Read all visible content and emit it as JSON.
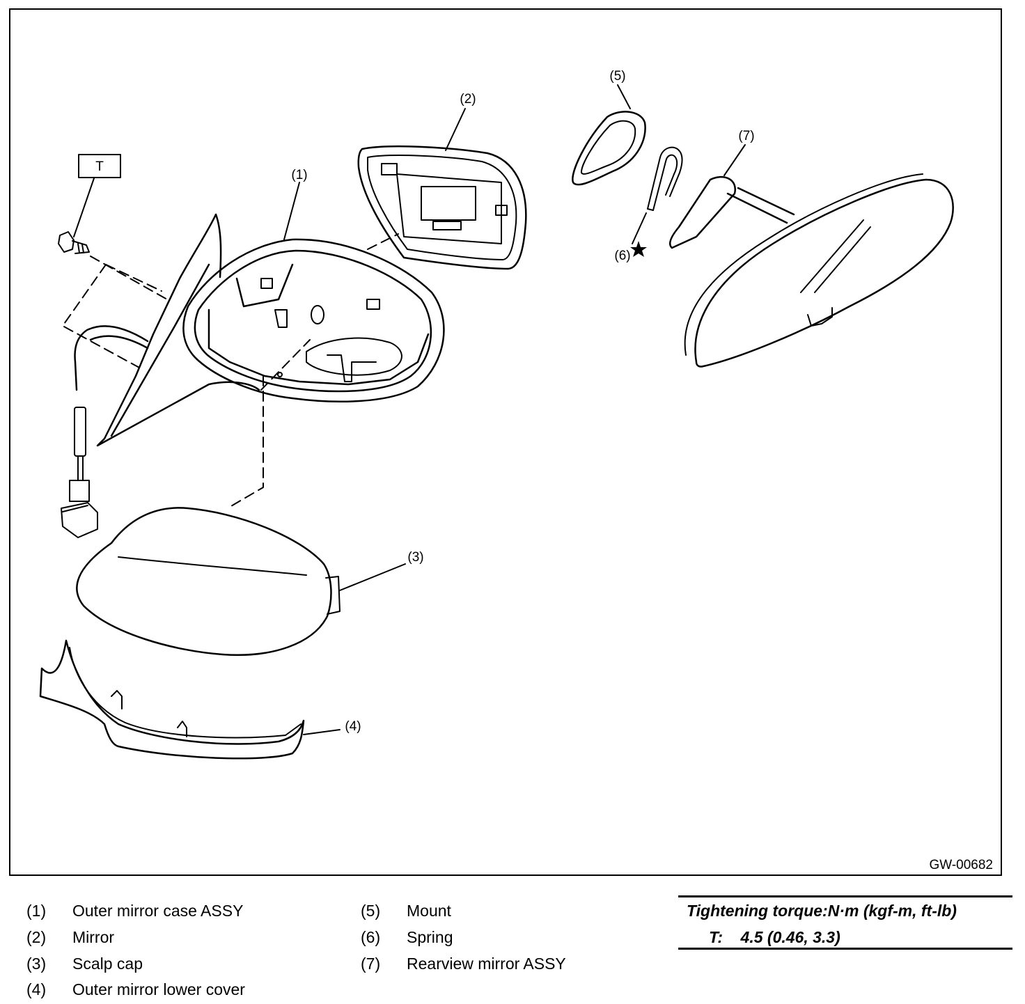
{
  "figure_code": "GW-00682",
  "torque_symbol": "T",
  "callouts": {
    "c1": "(1)",
    "c2": "(2)",
    "c3": "(3)",
    "c4": "(4)",
    "c5": "(5)",
    "c6": "(6)",
    "c7": "(7)"
  },
  "legend": [
    {
      "num": "(1)",
      "text": "Outer mirror case ASSY"
    },
    {
      "num": "(2)",
      "text": "Mirror"
    },
    {
      "num": "(3)",
      "text": "Scalp cap"
    },
    {
      "num": "(4)",
      "text": "Outer mirror lower cover"
    },
    {
      "num": "(5)",
      "text": "Mount"
    },
    {
      "num": "(6)",
      "text": "Spring"
    },
    {
      "num": "(7)",
      "text": "Rearview mirror ASSY"
    }
  ],
  "torque": {
    "title": "Tightening torque:N·m (kgf-m, ft-lb)",
    "value": "T:    4.5 (0.46, 3.3)"
  }
}
